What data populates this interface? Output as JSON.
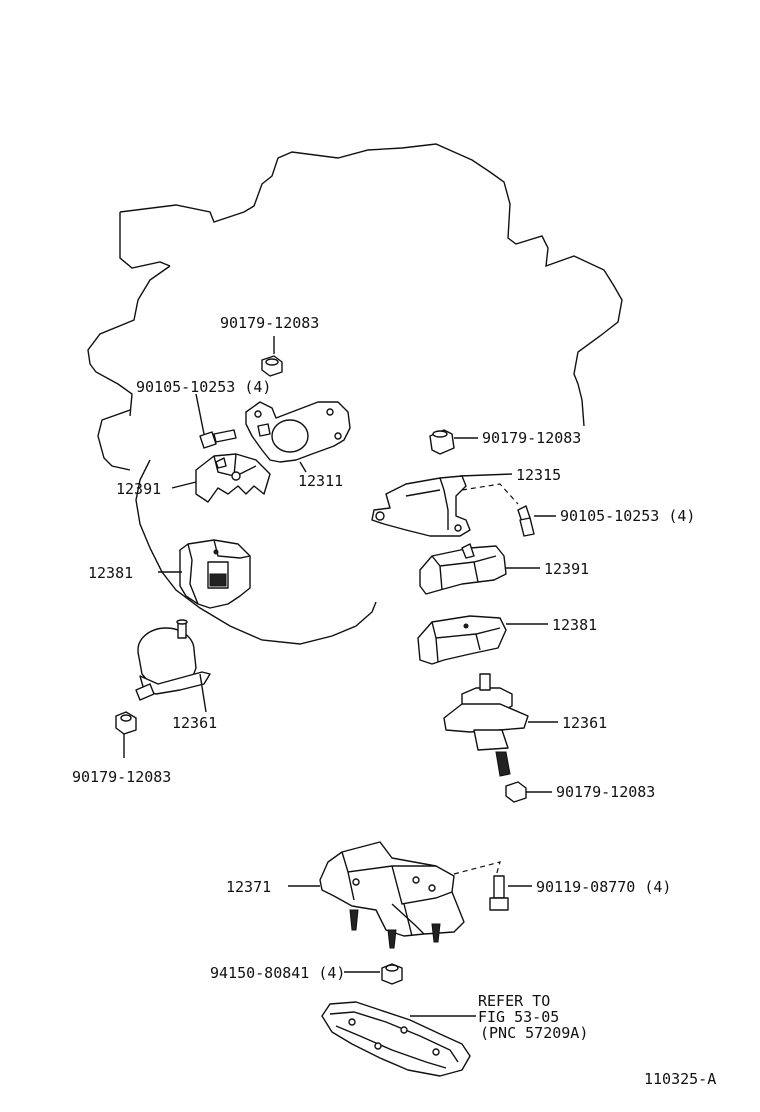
{
  "diagram": {
    "labels": {
      "l_90179_top": "90179-12083",
      "l_90105_left": "90105-10253 (4)",
      "l_12391_left": "12391",
      "l_12311": "12311",
      "l_12381_left": "12381",
      "l_12361_left": "12361",
      "l_90179_left": "90179-12083",
      "l_90179_right_top": "90179-12083",
      "l_12315": "12315",
      "l_90105_right": "90105-10253 (4)",
      "l_12391_right": "12391",
      "l_12381_right": "12381",
      "l_12361_right": "12361",
      "l_90179_right_bottom": "90179-12083",
      "l_12371": "12371",
      "l_90119": "90119-08770 (4)",
      "l_94150": "94150-80841 (4)",
      "refer_line1": "REFER TO",
      "refer_line2": "FIG 53-05",
      "refer_line3": "(PNC 57209A)"
    },
    "figure_id": "110325-A"
  }
}
